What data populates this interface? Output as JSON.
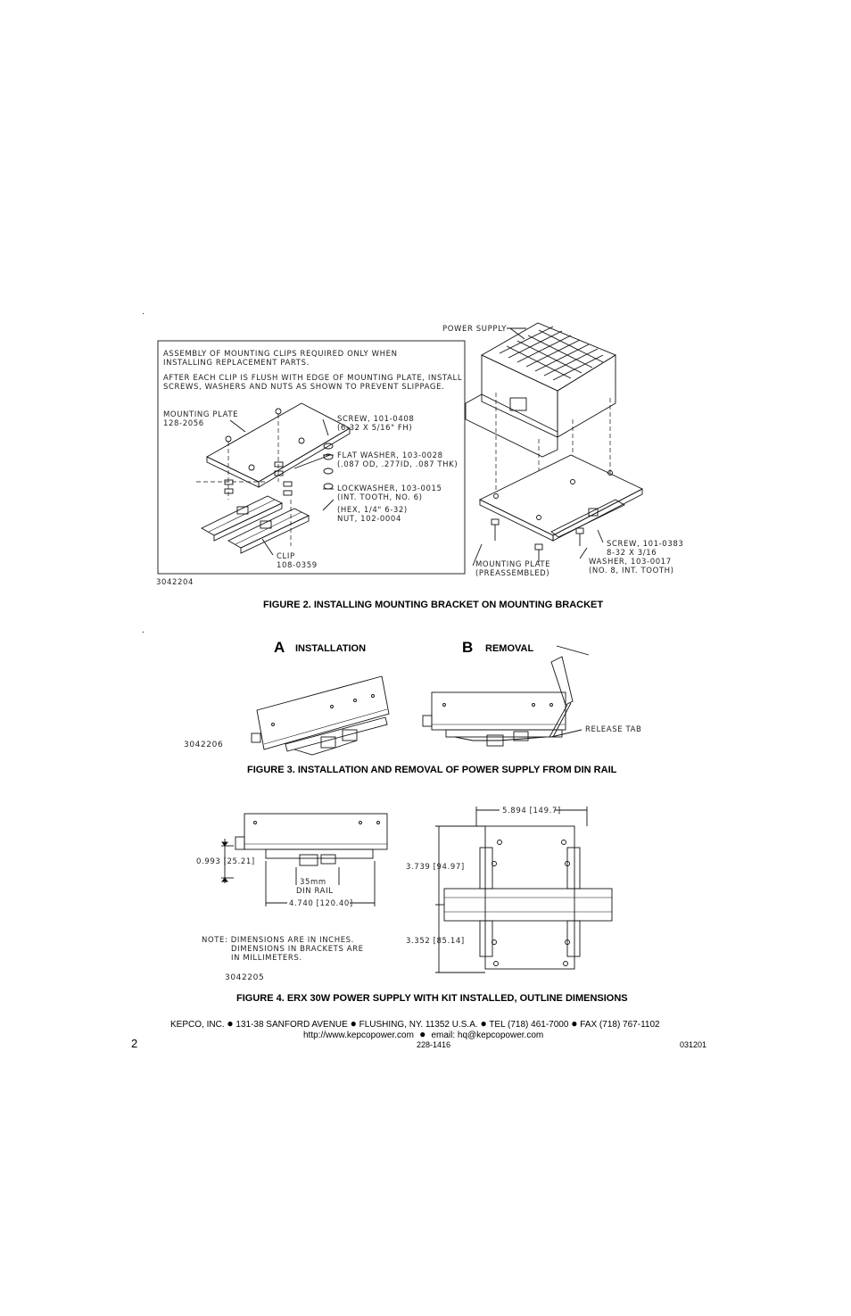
{
  "figure2": {
    "notes": [
      "ASSEMBLY OF MOUNTING CLIPS REQUIRED ONLY WHEN",
      "INSTALLING REPLACEMENT PARTS.",
      "AFTER EACH CLIP IS FLUSH WITH EDGE OF MOUNTING PLATE, INSTALL",
      "SCREWS, WASHERS AND NUTS AS SHOWN TO PREVENT SLIPPAGE."
    ],
    "mounting_plate": [
      "MOUNTING PLATE",
      "128-2056"
    ],
    "screw": [
      "SCREW, 101-0408",
      "(6-32 X 5/16\" FH)"
    ],
    "flat_washer": [
      "FLAT WASHER, 103-0028",
      "(.087 OD, .277ID, .087 THK)"
    ],
    "lockwasher": [
      "LOCKWASHER, 103-0015",
      "(INT. TOOTH, NO. 6)"
    ],
    "nut": [
      "(HEX, 1/4\" 6-32)",
      "NUT, 102-0004"
    ],
    "clip": [
      "CLIP",
      "108-0359"
    ],
    "drawing_number": "3042204",
    "power_supply": "POWER SUPPLY",
    "screw_right": [
      "SCREW, 101-0383",
      "8-32 X 3/16"
    ],
    "washer_right": [
      "WASHER, 103-0017",
      "(NO. 8, INT. TOOTH)"
    ],
    "mounting_plate_right": [
      "MOUNTING PLATE",
      "(PREASSEMBLED)"
    ],
    "caption": "FIGURE 2.    INSTALLING MOUNTING BRACKET ON MOUNTING BRACKET"
  },
  "figure3": {
    "label_a": "A",
    "installation": "INSTALLATION",
    "label_b": "B",
    "removal": "REMOVAL",
    "release_tab": "RELEASE TAB",
    "drawing_number": "3042206",
    "caption": "FIGURE 3.    INSTALLATION AND REMOVAL OF POWER SUPPLY FROM DIN RAIL"
  },
  "figure4": {
    "dim_height": "0.993  [25.21]",
    "din_rail": [
      "35mm",
      "DIN RAIL"
    ],
    "dim_length": "4.740  [120.40]",
    "dim_width_top": "5.894  [149.7]",
    "dim_upper": "3.739  [94.97]",
    "dim_lower": "3.352  [85.14]",
    "note": [
      "NOTE:  DIMENSIONS ARE IN INCHES.",
      "DIMENSIONS IN BRACKETS ARE",
      "IN MILLIMETERS."
    ],
    "drawing_number": "3042205",
    "caption": "FIGURE 4.    ERX 30W POWER SUPPLY WITH KIT INSTALLED, OUTLINE DIMENSIONS"
  },
  "footer": {
    "company": "KEPCO, INC.",
    "address": "131-38 SANFORD AVENUE",
    "city": "FLUSHING, NY. 11352 U.S.A.",
    "tel": "TEL (718) 461-7000",
    "fax": "FAX (718) 767-1102",
    "web": "http://www.kepcopower.com",
    "email": "email: hq@kepcopower.com",
    "page_number": "2",
    "doc_number": "228-1416",
    "date_code": "031201"
  },
  "marks": {
    "dot1": ".",
    "dot2": "."
  }
}
